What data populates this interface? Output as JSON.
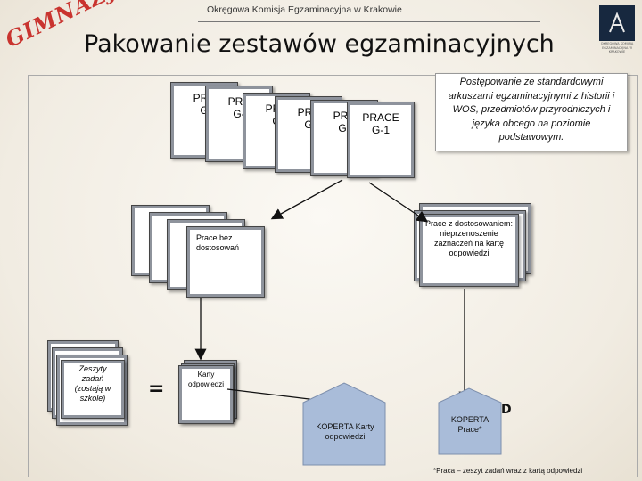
{
  "header": {
    "organization": "Okręgowa Komisja Egzaminacyjna w Krakowie",
    "logo_caption": "OKRĘGOWA KOMISJA EGZAMINACYJNA W KRAKOWIE",
    "school_type": "GIMNAZJUM",
    "title": "Pakowanie zestawów egzaminacyjnych"
  },
  "stack": {
    "top_card_line1": "PRACE",
    "top_card_line2": "G-1",
    "partial_labels": [
      "PRA",
      "PRA",
      "PRA",
      "PRA",
      "PRA"
    ],
    "partial_sub": [
      "G",
      "G-",
      "G",
      "G",
      "G-"
    ]
  },
  "note": "Postępowanie ze standardowymi arkuszami egzaminacyjnymi z historii i WOS, przedmiotów przyrodniczych i języka obcego na poziomie podstawowym.",
  "left_branch": "Prace bez dostosowań",
  "right_branch": "Prace z dostosowaniem: nieprzenoszenie zaznaczeń na kartę odpowiedzi",
  "booklets": "Zeszyty zadań (zostają w szkole)",
  "equals": "=",
  "answer_sheets": "Karty odpowiedzi",
  "envelope_left": "KOPERTA Karty odpowiedzi",
  "envelope_right_line1": "KOPERTA",
  "envelope_right_line2": "Prace*",
  "envelope_right_mark": "D",
  "footnote": "*Praca – zeszyt zadań wraz z kartą odpowiedzi",
  "colors": {
    "accent": "#c9342f",
    "envelope": "#a9bcd9",
    "card_border": "#8e939c"
  }
}
